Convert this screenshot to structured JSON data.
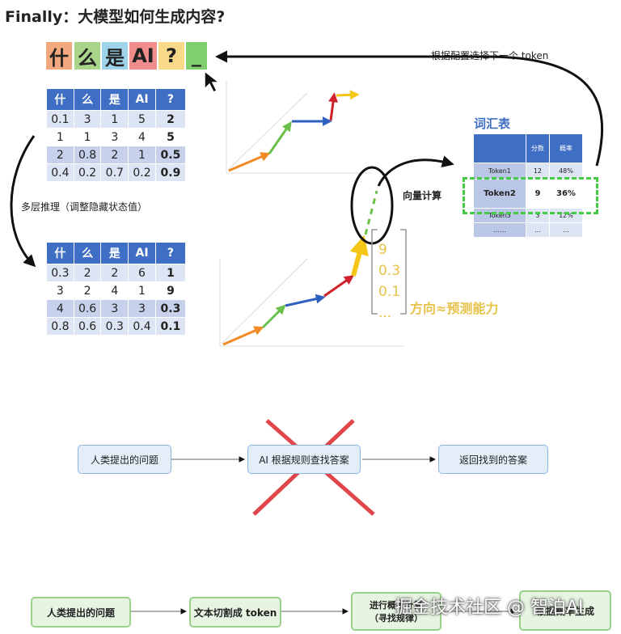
{
  "title": "Finally：大模型如何生成内容?",
  "tokens": [
    {
      "text": "什",
      "color": "#f2a77e"
    },
    {
      "text": "么",
      "color": "#a8d58a"
    },
    {
      "text": "是",
      "color": "#9fd3ea"
    },
    {
      "text": "AI",
      "color": "#f08c8c"
    },
    {
      "text": "?",
      "color": "#f8d98a"
    },
    {
      "text": "_",
      "color": "#7fcf6f"
    }
  ],
  "select_label": "根据配置选择下一个 token",
  "layers_label": "多层推理（调整隐藏状态值）",
  "matrix_top": {
    "headers": [
      "什",
      "么",
      "是",
      "AI",
      "?"
    ],
    "rows": [
      [
        "0.1",
        "3",
        "1",
        "5",
        "2"
      ],
      [
        "1",
        "1",
        "3",
        "4",
        "5"
      ],
      [
        "2",
        "0.8",
        "2",
        "1",
        "0.5"
      ],
      [
        "0.4",
        "0.2",
        "0.7",
        "0.2",
        "0.9"
      ]
    ]
  },
  "matrix_bottom": {
    "headers": [
      "什",
      "么",
      "是",
      "AI",
      "?"
    ],
    "rows": [
      [
        "0.3",
        "2",
        "2",
        "6",
        "1"
      ],
      [
        "3",
        "2",
        "4",
        "1",
        "9"
      ],
      [
        "4",
        "0.6",
        "3",
        "3",
        "0.3"
      ],
      [
        "0.8",
        "0.6",
        "0.3",
        "0.4",
        "0.1"
      ]
    ]
  },
  "vector_label": "向量计算",
  "vector_values": [
    "9",
    "0.3",
    "0.1",
    "..."
  ],
  "direction_label": "方向≈预测能力",
  "vocab": {
    "title": "词汇表",
    "headers": [
      "",
      "分数",
      "概率"
    ],
    "rows": [
      [
        "Token1",
        "12",
        "48%"
      ],
      [
        "Token2",
        "9",
        "36%"
      ],
      [
        "Token3",
        "3",
        "12%"
      ],
      [
        "……",
        "...",
        "..."
      ]
    ]
  },
  "flow_wrong": [
    "人类提出的问题",
    "AI 根据规则查找答案",
    "返回找到的答案"
  ],
  "flow_right": [
    "人类提出的问题",
    "文本切割成 token",
    "进行概率计算\n（寻找规律）",
    "根据概率生成"
  ],
  "watermark": "掘金技术社区 @ 智泊AI",
  "colors": {
    "accent": "#3f6fc4",
    "arrow_orange": "#f08a24",
    "arrow_green": "#6cc04a",
    "arrow_blue": "#2f5fc0",
    "arrow_red": "#d0202a",
    "arrow_yellow": "#f5c518",
    "cross": "#e0464a"
  }
}
